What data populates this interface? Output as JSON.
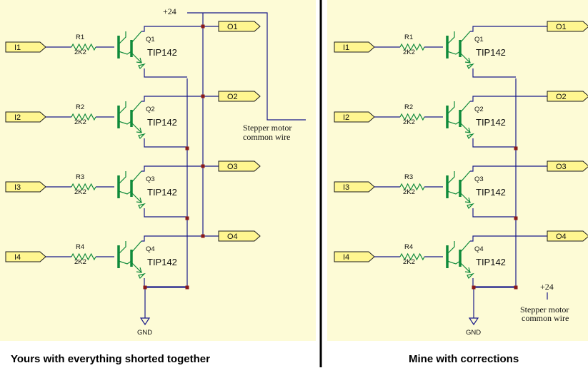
{
  "left_panel": {
    "caption": "Yours with everything shorted together",
    "supply_label": "+24",
    "common_wire_label_line1": "Stepper motor",
    "common_wire_label_line2": "common wire",
    "gnd_label": "GND"
  },
  "right_panel": {
    "caption": "Mine with corrections",
    "supply_label": "+24",
    "common_wire_label_line1": "Stepper motor",
    "common_wire_label_line2": "common wire",
    "gnd_label": "GND"
  },
  "stages": [
    {
      "input": "I1",
      "resistor": "R1",
      "resistor_value": "2K2",
      "transistor": "Q1",
      "part": "TIP142",
      "output": "O1"
    },
    {
      "input": "I2",
      "resistor": "R2",
      "resistor_value": "2K2",
      "transistor": "Q2",
      "part": "TIP142",
      "output": "O2"
    },
    {
      "input": "I3",
      "resistor": "R3",
      "resistor_value": "2K2",
      "transistor": "Q3",
      "part": "TIP142",
      "output": "O3"
    },
    {
      "input": "I4",
      "resistor": "R4",
      "resistor_value": "2K2",
      "transistor": "Q4",
      "part": "TIP142",
      "output": "O4"
    }
  ],
  "colors": {
    "background": "#fdfbd6",
    "wire": "#1a1a8a",
    "component": "#0e8a3a",
    "port_fill": "#fff690",
    "junction": "#8a1a1a"
  }
}
